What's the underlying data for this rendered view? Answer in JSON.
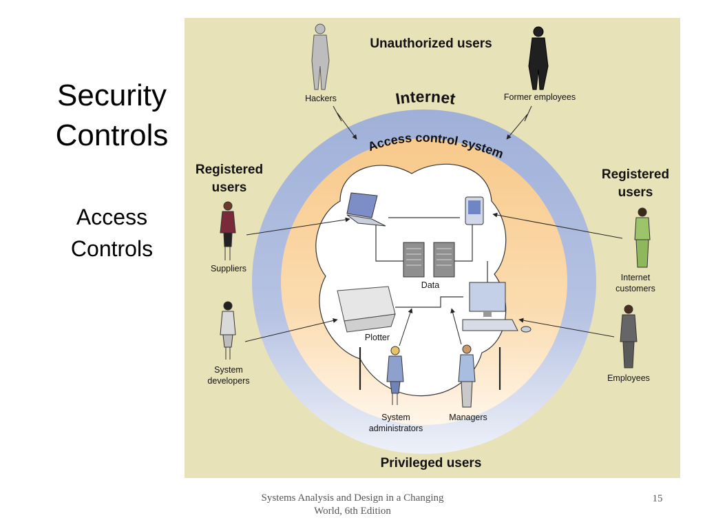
{
  "slide": {
    "title_line1": "Security",
    "title_line2": "Controls",
    "subtitle_line1": "Access",
    "subtitle_line2": "Controls"
  },
  "diagram": {
    "groups": {
      "unauthorized": "Unauthorized users",
      "registered_left_line1": "Registered",
      "registered_left_line2": "users",
      "registered_right_line1": "Registered",
      "registered_right_line2": "users",
      "privileged": "Privileged users"
    },
    "rings": {
      "internet": "Internet",
      "access_control": "Access control system"
    },
    "people": {
      "hackers": "Hackers",
      "former_employees": "Former employees",
      "suppliers": "Suppliers",
      "system_developers_line1": "System",
      "system_developers_line2": "developers",
      "internet_customers_line1": "Internet",
      "internet_customers_line2": "customers",
      "employees": "Employees",
      "system_administrators_line1": "System",
      "system_administrators_line2": "administrators",
      "managers": "Managers"
    },
    "devices": {
      "data": "Data",
      "plotter": "Plotter"
    },
    "colors": {
      "background": "#e8e2b8",
      "internet_ring": "#a9b8dc",
      "access_ring": "#f9cf95",
      "core": "#ffffff"
    }
  },
  "footer": {
    "line1": "Systems Analysis and Design in a Changing",
    "line2": "World, 6th Edition",
    "page": "15"
  }
}
